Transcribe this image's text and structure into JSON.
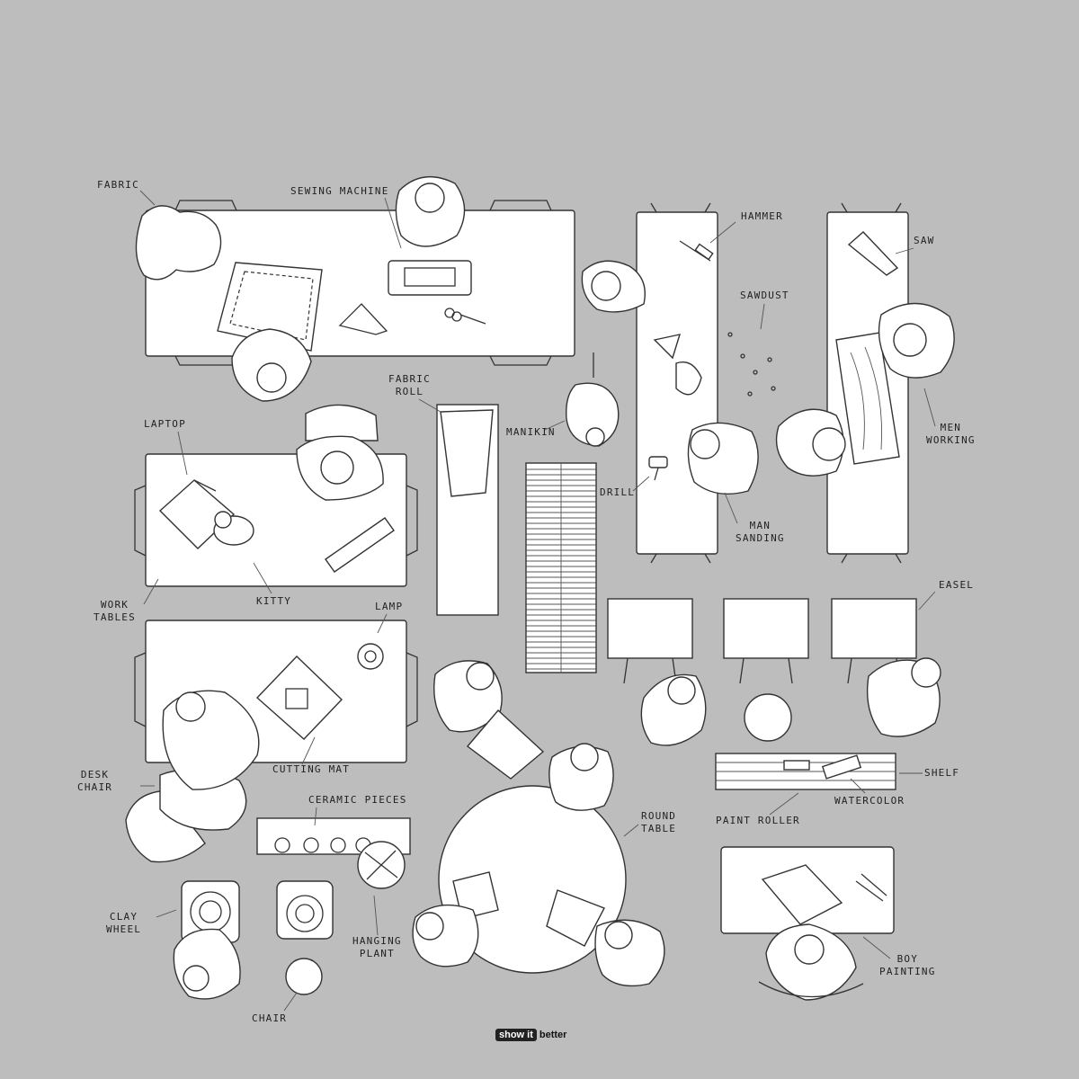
{
  "labels": {
    "fabric": "FABRIC",
    "sewing_machine": "SEWING MACHINE",
    "hammer": "HAMMER",
    "saw": "SAW",
    "sawdust": "SAWDUST",
    "fabric_roll": "FABRIC\nROLL",
    "manikin": "MANIKIN",
    "laptop": "LAPTOP",
    "drill": "DRILL",
    "men_working": "MEN\nWORKING",
    "man_sanding": "MAN\nSANDING",
    "kitty": "KITTY",
    "work_tables": "WORK\nTABLES",
    "lamp": "LAMP",
    "easel": "EASEL",
    "cutting_mat": "CUTTING MAT",
    "desk_chair": "DESK\nCHAIR",
    "ceramic_pieces": "CERAMIC PIECES",
    "shelf": "SHELF",
    "watercolor": "WATERCOLOR",
    "paint_roller": "PAINT ROLLER",
    "round_table": "ROUND\nTABLE",
    "clay_wheel": "CLAY\nWHEEL",
    "hanging_plant": "HANGING\nPLANT",
    "boy_painting": "BOY\nPAINTING",
    "chair": "CHAIR"
  },
  "brand": {
    "part1": "show it",
    "part2": "better"
  },
  "colors": {
    "background": "#bdbdbd",
    "furniture": "#ffffff",
    "line": "#333333"
  }
}
